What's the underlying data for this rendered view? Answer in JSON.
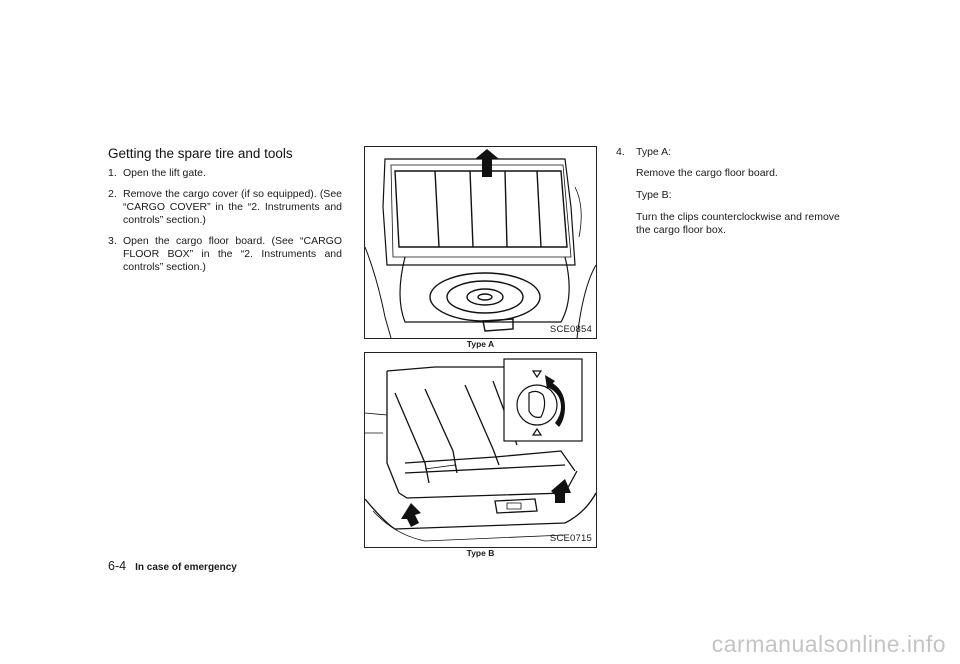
{
  "left": {
    "title": "Getting the spare tire and tools",
    "steps": [
      {
        "num": "1.",
        "text": "Open the lift gate."
      },
      {
        "num": "2.",
        "text": "Remove the cargo cover (if so equipped). (See “CARGO COVER” in the “2. Instruments and controls” section.)"
      },
      {
        "num": "3.",
        "text": "Open the cargo floor board. (See “CARGO FLOOR BOX” in the “2. Instruments and controls” section.)"
      }
    ]
  },
  "figures": [
    {
      "code": "SCE0854",
      "caption": "Type A"
    },
    {
      "code": "SCE0715",
      "caption": "Type B"
    }
  ],
  "right": {
    "step_num": "4.",
    "step_label": "Type A:",
    "type_a_text": "Remove the cargo floor board.",
    "type_b_label": "Type B:",
    "type_b_text": "Turn the clips counterclockwise and remove the cargo floor box."
  },
  "footer": {
    "page_number": "6-4",
    "section": "In case of emergency"
  },
  "watermark": "carmanualsonline.info"
}
